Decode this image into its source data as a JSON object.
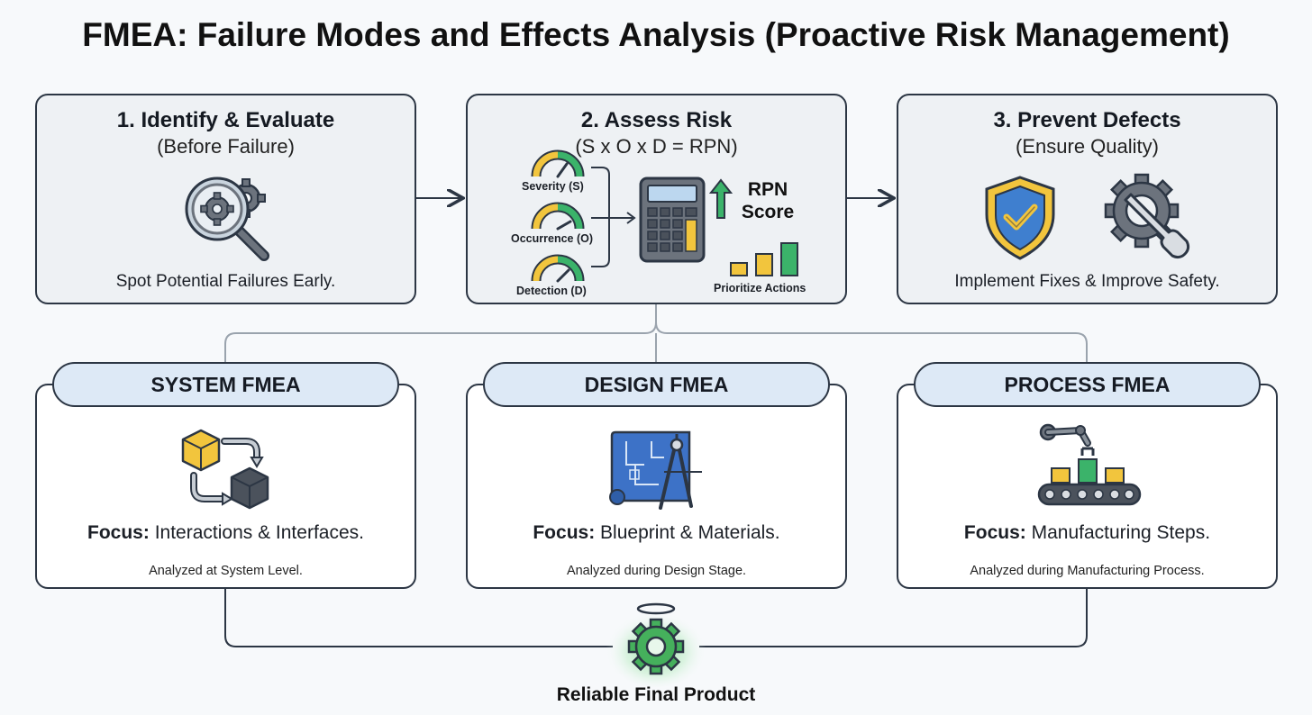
{
  "title": "FMEA: Failure Modes and Effects Analysis (Proactive Risk Management)",
  "steps": [
    {
      "title": "1. Identify & Evaluate",
      "subtitle": "(Before Failure)",
      "caption": "Spot Potential Failures Early.",
      "icon": "magnifier-gears-icon"
    },
    {
      "title": "2. Assess Risk",
      "subtitle": "(S x O x D = RPN)",
      "gauges": [
        "Severity (S)",
        "Occurrence (O)",
        "Detection (D)"
      ],
      "rpn_label_line1": "RPN",
      "rpn_label_line2": "Score",
      "caption": "Prioritize Actions",
      "icon": "calculator-icon"
    },
    {
      "title": "3. Prevent Defects",
      "subtitle": "(Ensure Quality)",
      "caption": "Implement Fixes & Improve Safety.",
      "icons": [
        "shield-check-icon",
        "gear-wrench-icon"
      ]
    }
  ],
  "types": [
    {
      "name": "SYSTEM FMEA",
      "focus_label": "Focus:",
      "focus_text": "Interactions & Interfaces.",
      "analyzed": "Analyzed at System Level.",
      "icon": "boxes-exchange-icon"
    },
    {
      "name": "DESIGN FMEA",
      "focus_label": "Focus:",
      "focus_text": "Blueprint & Materials.",
      "analyzed": "Analyzed during Design Stage.",
      "icon": "blueprint-compass-icon"
    },
    {
      "name": "PROCESS FMEA",
      "focus_label": "Focus:",
      "focus_text": "Manufacturing Steps.",
      "analyzed": "Analyzed during Manufacturing Process.",
      "icon": "robot-conveyor-icon"
    }
  ],
  "final": {
    "label": "Reliable Final Product",
    "icon": "glowing-gear-icon"
  },
  "colors": {
    "outline": "#2c3644",
    "gauge_yellow": "#f2c53d",
    "gauge_green": "#3bb36a",
    "shield_blue": "#3f7fcf",
    "blueprint_blue": "#3d72c7",
    "gear_gray": "#6c737d",
    "final_green": "#45b05c",
    "pill_fill": "#dde9f6"
  }
}
